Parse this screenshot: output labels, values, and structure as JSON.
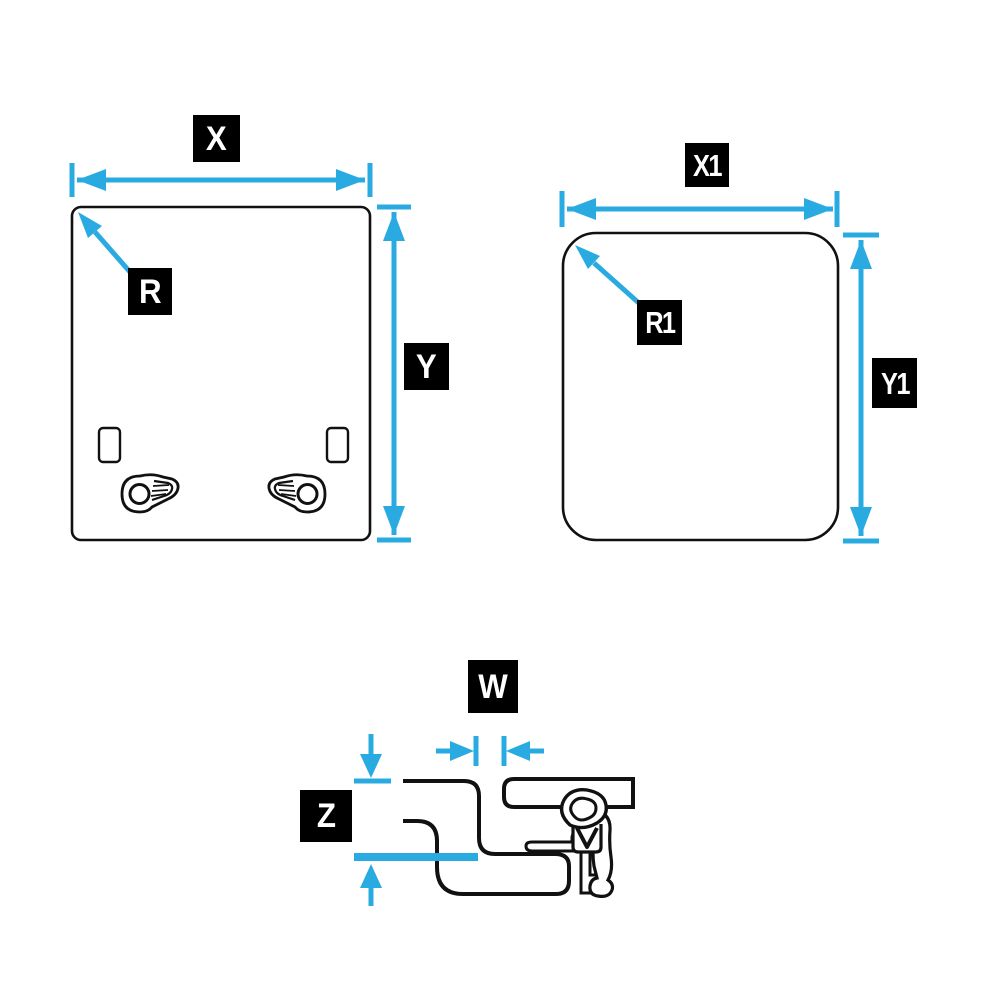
{
  "colors": {
    "dimension_accent": "#29ABE2",
    "outline": "#111111",
    "label_background": "#000000",
    "label_text": "#ffffff",
    "canvas_background": "#ffffff"
  },
  "figures": {
    "lid_top_view": {
      "labels": {
        "x": "X",
        "y": "Y",
        "r": "R"
      }
    },
    "cutout_top_view": {
      "labels": {
        "x1": "X1",
        "y1": "Y1",
        "r1": "R1"
      }
    },
    "edge_section_view": {
      "labels": {
        "w": "W",
        "z": "Z"
      }
    }
  }
}
